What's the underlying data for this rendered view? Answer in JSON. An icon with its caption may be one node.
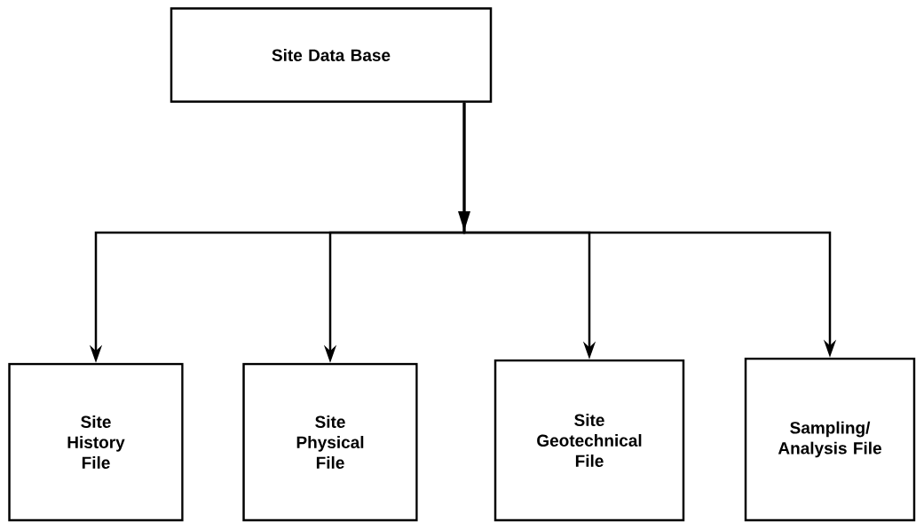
{
  "diagram": {
    "nodes": [
      {
        "text": [
          "Site Data Base"
        ]
      },
      {
        "text": [
          "Site History File"
        ]
      },
      {
        "text": [
          "Site Physical File"
        ]
      },
      {
        "text": [
          "Site Geotechnical File"
        ]
      },
      {
        "text": [
          "Sampling/ Analysis File"
        ]
      }
    ],
    "edges": [
      {
        "from": 0,
        "to": 1,
        "arrow": "to"
      },
      {
        "from": 0,
        "to": 2,
        "arrow": "to"
      },
      {
        "from": 0,
        "to": 3,
        "arrow": "to"
      },
      {
        "from": 0,
        "to": 4,
        "arrow": "to"
      }
    ]
  }
}
